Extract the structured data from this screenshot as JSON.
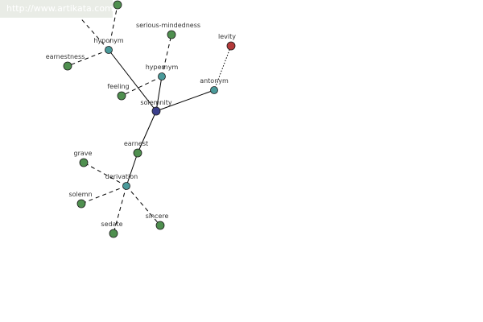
{
  "watermark": {
    "url": "http://www.artikata.com"
  },
  "colors": {
    "center": "#3b3f8c",
    "relation": "#4a9a9a",
    "word": "#4f8f4f",
    "antonym_word": "#b33a3a",
    "edge": "#000000",
    "banner_bg": "#e9ece6",
    "banner_text": "#ffffff"
  },
  "graph": {
    "nodes": [
      {
        "id": "solemnity",
        "label": "solemnity",
        "kind": "center"
      },
      {
        "id": "hyponym",
        "label": "hyponym",
        "kind": "relation"
      },
      {
        "id": "hypernym",
        "label": "hypernym",
        "kind": "relation"
      },
      {
        "id": "antonym",
        "label": "antonym",
        "kind": "relation"
      },
      {
        "id": "earnest",
        "label": "earnest",
        "kind": "word"
      },
      {
        "id": "derivation",
        "label": "derivation",
        "kind": "relation"
      },
      {
        "id": "earnestness",
        "label": "earnestness",
        "kind": "word"
      },
      {
        "id": "top-word",
        "label": "",
        "kind": "word"
      },
      {
        "id": "serious-mindedness",
        "label": "serious-mindedness",
        "kind": "word"
      },
      {
        "id": "feeling",
        "label": "feeling",
        "kind": "word"
      },
      {
        "id": "levity",
        "label": "levity",
        "kind": "antonym_word"
      },
      {
        "id": "grave",
        "label": "grave",
        "kind": "word"
      },
      {
        "id": "solemn",
        "label": "solemn",
        "kind": "word"
      },
      {
        "id": "sedate",
        "label": "sedate",
        "kind": "word"
      },
      {
        "id": "sincere",
        "label": "sincere",
        "kind": "word"
      }
    ],
    "edges": [
      {
        "from": "solemnity",
        "to": "hyponym",
        "style": "solid"
      },
      {
        "from": "solemnity",
        "to": "hypernym",
        "style": "solid"
      },
      {
        "from": "solemnity",
        "to": "antonym",
        "style": "solid"
      },
      {
        "from": "solemnity",
        "to": "earnest",
        "style": "solid"
      },
      {
        "from": "earnest",
        "to": "derivation",
        "style": "solid"
      },
      {
        "from": "hyponym",
        "to": "earnestness",
        "style": "dashed"
      },
      {
        "from": "hyponym",
        "to": "top-word",
        "style": "dashed"
      },
      {
        "from": "hyponym",
        "to": "offscreen-left",
        "style": "dashed"
      },
      {
        "from": "hypernym",
        "to": "serious-mindedness",
        "style": "dashed"
      },
      {
        "from": "hypernym",
        "to": "feeling",
        "style": "dashed"
      },
      {
        "from": "antonym",
        "to": "levity",
        "style": "dotted"
      },
      {
        "from": "derivation",
        "to": "grave",
        "style": "dashed"
      },
      {
        "from": "derivation",
        "to": "solemn",
        "style": "dashed"
      },
      {
        "from": "derivation",
        "to": "sedate",
        "style": "dashed"
      },
      {
        "from": "derivation",
        "to": "sincere",
        "style": "dashed"
      }
    ]
  }
}
